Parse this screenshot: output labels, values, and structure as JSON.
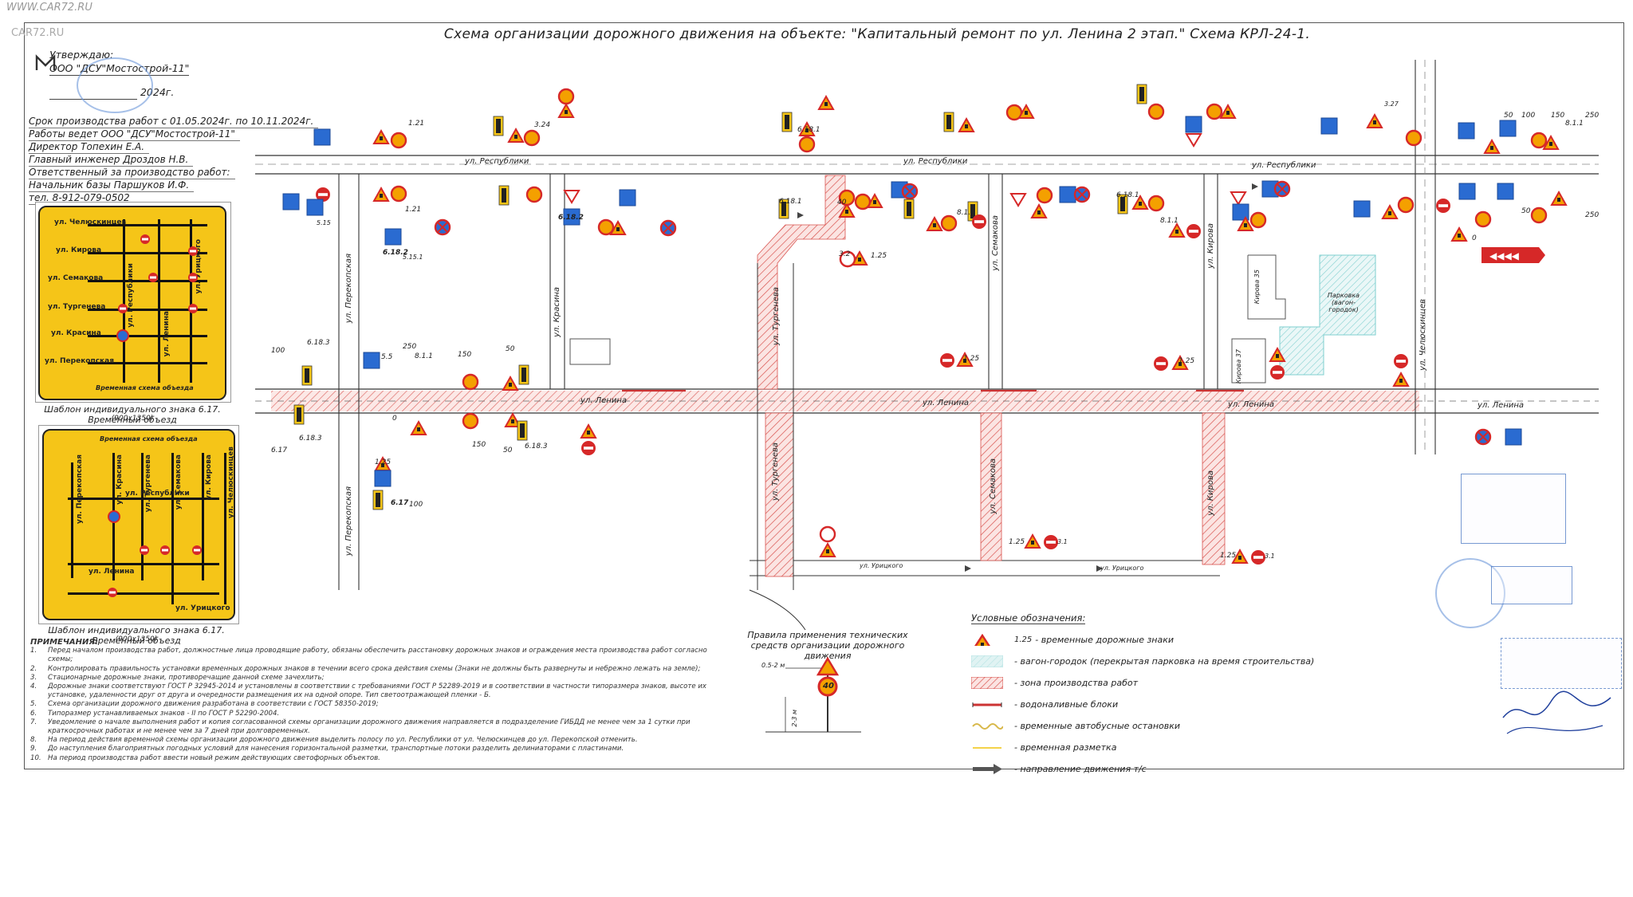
{
  "watermark": "WWW.CAR72.RU",
  "watermark_logo": "CAR72.RU",
  "title": "Схема организации дорожного движения на объекте: \"Капитальный ремонт по ул. Ленина 2 этап.\" Схема КРЛ-24-1.",
  "approval": {
    "label": "Утверждаю:",
    "org": "ООО \"ДСУ\"Мостострой-11\"",
    "date_suffix": "2024г."
  },
  "meta": {
    "period": "Срок производства работ с 01.05.2024г. по 10.11.2024г.",
    "contractor": "Работы ведет ООО \"ДСУ\"Мостострой-11\"",
    "director": "Директор Топехин Е.А.",
    "chief_engineer": "Главный инженер Дроздов Н.В.",
    "responsible_label": "Ответственный за производство работ:",
    "responsible_name": "Начальник базы Паршуков И.Ф.",
    "phone": "тел. 8-912-079-0502"
  },
  "streets": {
    "respubliki": "ул. Республики",
    "lenina": "ул. Ленина",
    "uritskogo": "ул. Урицкого",
    "perekopskaya": "ул. Перекопская",
    "krasina": "ул. Красина",
    "turgeneva": "ул. Тургенева",
    "semakova": "ул. Семакова",
    "kirova": "ул. Кирова",
    "chelyuskincev": "ул. Челюскинцев"
  },
  "places": {
    "parking": "Парковка (вагон-городок)",
    "kirova35": "Кирова 35",
    "kirova37": "Кирова 37"
  },
  "template1": {
    "streets": [
      "ул. Челюскинцев",
      "ул. Кирова",
      "ул. Семакова",
      "ул. Тургенева",
      "ул. Красина",
      "ул. Перекопская"
    ],
    "vertical": [
      "ул. Республики",
      "ул. Ленина",
      "ул. Урицкого"
    ],
    "footer": "Временная схема объезда",
    "caption": "Шаблон индивидуального знака 6.17. Временный объезд",
    "size": "(900х1350)"
  },
  "template2": {
    "header": "Временная схема объезда",
    "vertical": [
      "ул. Перекопская",
      "ул. Красина",
      "ул. Тургенева",
      "ул. Семакова",
      "ул. Кирова",
      "ул. Челюскинцев"
    ],
    "streets": [
      "ул. Республики",
      "ул. Ленина",
      "ул. Урицкого"
    ],
    "caption": "Шаблон индивидуального знака 6.17. Временный объезд",
    "size": "(900х1350)"
  },
  "notes": {
    "title": "ПРИМЕЧАНИЯ:",
    "items": [
      "Перед началом производства работ, должностные лица проводящие работу, обязаны обеспечить расстановку дорожных знаков и ограждения места производства работ согласно схемы;",
      "Контролировать правильность установки временных дорожных знаков в течении всего срока действия схемы (Знаки не должны быть развернуты и небрежно лежать на земле);",
      "Стационарные дорожные знаки, противоречащие данной схеме зачехлить;",
      "Дорожные знаки соответствуют ГОСТ Р 32945-2014 и установлены в соответствии с требованиями ГОСТ Р 52289-2019 и в соответствии в частности типоразмера знаков, высоте их установке, удаленности друг от друга и очередности размещения их на одной опоре. Тип светоотражающей пленки - Б.",
      "Схема организации дорожного движения разработана в соответствии с ГОСТ 58350-2019;",
      "Типоразмер устанавливаемых знаков - II по ГОСТ Р 52290-2004.",
      "Уведомление о начале выполнения работ и копия согласованной схемы организации дорожного движения направляется в подразделение ГИБДД не менее чем за 1 сутки при краткосрочных работах и не менее чем за 7 дней при долговременных.",
      "На период действия временной схемы организации дорожного движения выделить полосу по ул. Республики от ул. Челюскинцев до ул. Перекопской отменить.",
      "До наступления благоприятных погодных условий для нанесения горизонтальной разметки, транспортные потоки разделить делиниаторами с пластинами.",
      "На период производства работ ввести новый режим действующих светофорных объектов."
    ]
  },
  "rules": {
    "title": "Правила применения технических средств организации дорожного движения",
    "dim1": "0.5-2 м",
    "dim2": "2-3 м",
    "speed": "40"
  },
  "legend": {
    "title": "Условные обозначения:",
    "items": [
      {
        "key": "1.25",
        "text": "- временные дорожные знаки"
      },
      {
        "text": "- вагон-городок (перекрытая парковка на время строительства)"
      },
      {
        "text": "- зона производства работ"
      },
      {
        "text": "- водоналивные блоки"
      },
      {
        "text": "- временные автобусные остановки"
      },
      {
        "text": "- временная разметка"
      },
      {
        "text": "- направление движения т/с"
      }
    ]
  },
  "signs": {
    "s_121": "1.21",
    "s_125": "1.25",
    "s_324": "3.24",
    "s_31": "3.1",
    "s_32": "3.2",
    "s_327": "3.27",
    "s_618": "6.18.1",
    "s_6182": "6.18.2",
    "s_6183": "6.18.3",
    "s_617": "6.17",
    "s_811": "8.1.1",
    "s_55": "5.5",
    "s_5151": "5.15.1",
    "s_515": "5.15",
    "v40": "40",
    "v50": "50",
    "v100": "100",
    "v150": "150",
    "v250": "250",
    "v0": "0"
  },
  "colors": {
    "template_yellow": "#f5c518",
    "work_zone_hatch": "#d9534f",
    "sign_red": "#d62828",
    "sign_orange": "#f4a000",
    "stamp_blue": "#3b67b8",
    "parking_cyan": "#7fcfcf"
  }
}
